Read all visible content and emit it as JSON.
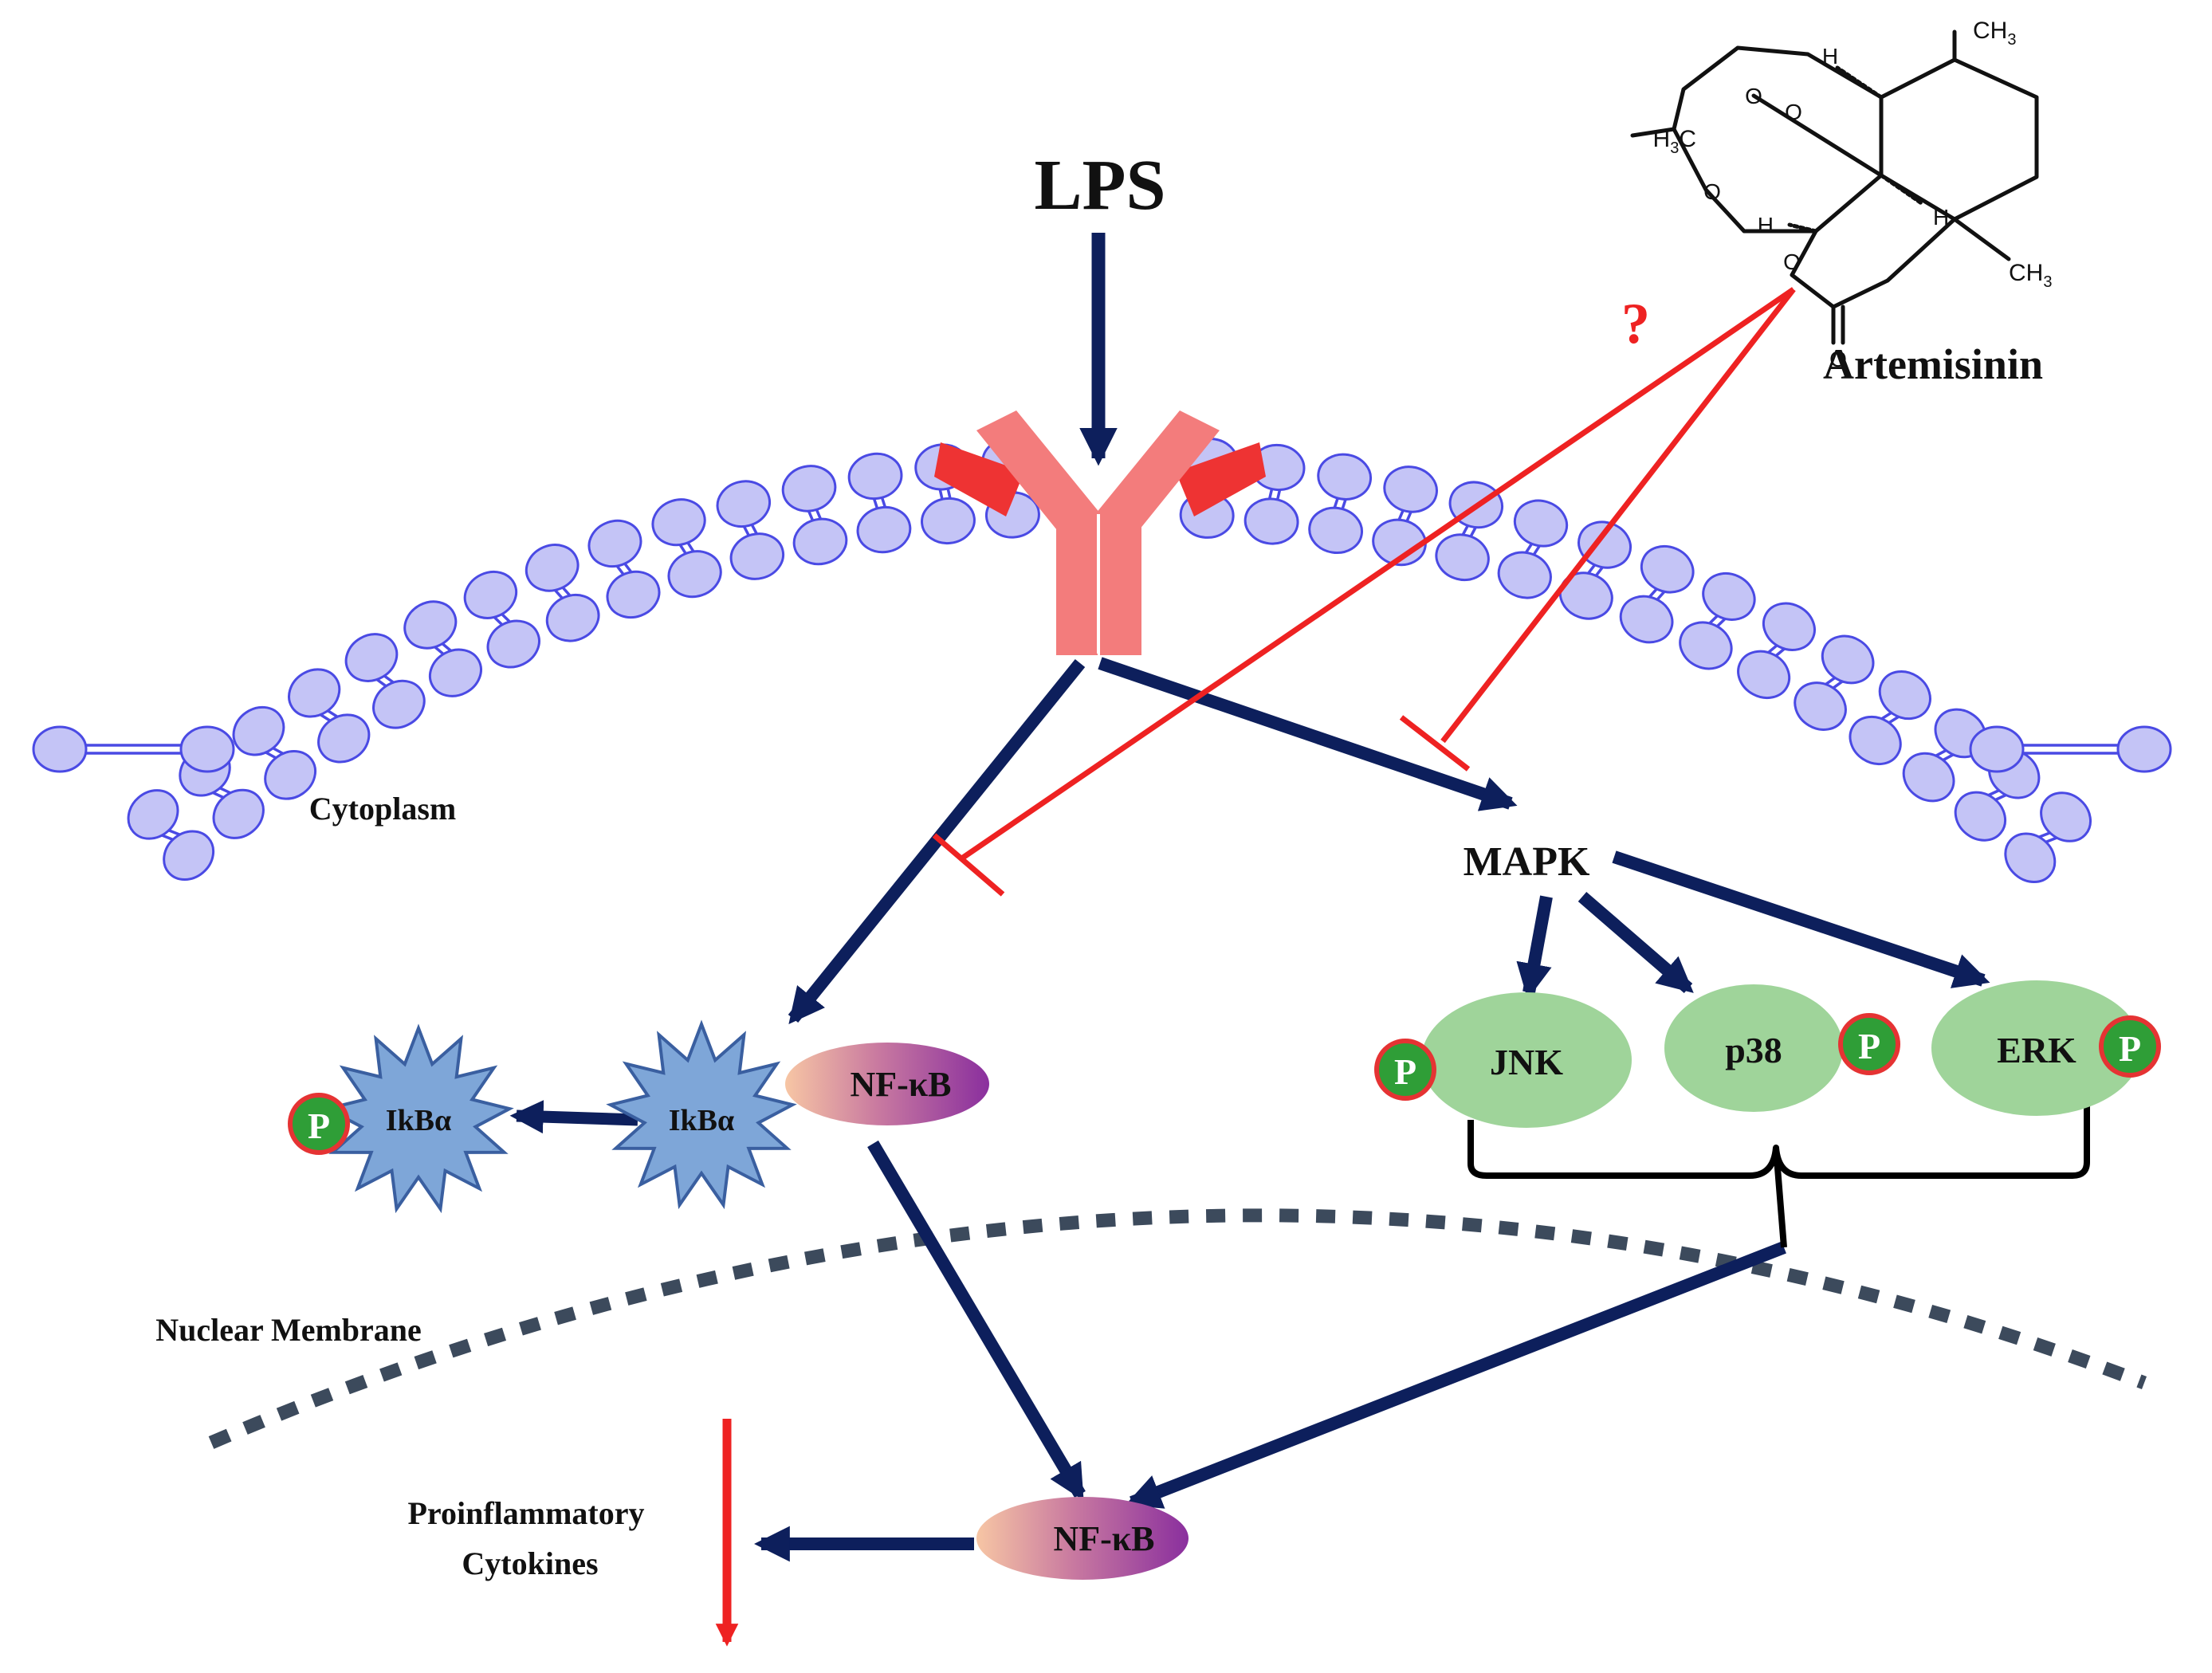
{
  "labels": {
    "lps": "LPS",
    "artemisinin": "Artemisinin",
    "question": "?",
    "cytoplasm": "Cytoplasm",
    "mapk": "MAPK",
    "jnk": "JNK",
    "p38": "p38",
    "erk": "ERK",
    "ikba": "IkBα",
    "nfkb": "NF-κB",
    "nuclear_membrane": "Nuclear Membrane",
    "cytokines_line1": "Proinflammatory",
    "cytokines_line2": "Cytokines",
    "phospho": "P"
  },
  "chemistry": {
    "methyl": "CH",
    "methyl_sub": "3",
    "h3c": "H",
    "h3c_sub": "3",
    "h3c_c": "C",
    "hydrogen": "H",
    "oxygen": "O"
  },
  "colors": {
    "arrow": "#0d1f5c",
    "inhibit": "#ee2222",
    "lipid_fill": "#c4c4f6",
    "lipid_stroke": "#4a4ae4",
    "receptor": "#f37c7c",
    "receptor_ear": "#ee3333",
    "kinase": "#9fd49a",
    "ikba": "#7ea6d8",
    "phospho_fill": "#2f9e37",
    "phospho_ring": "#e53333",
    "nuclear_membrane": "#3c4a5c"
  }
}
